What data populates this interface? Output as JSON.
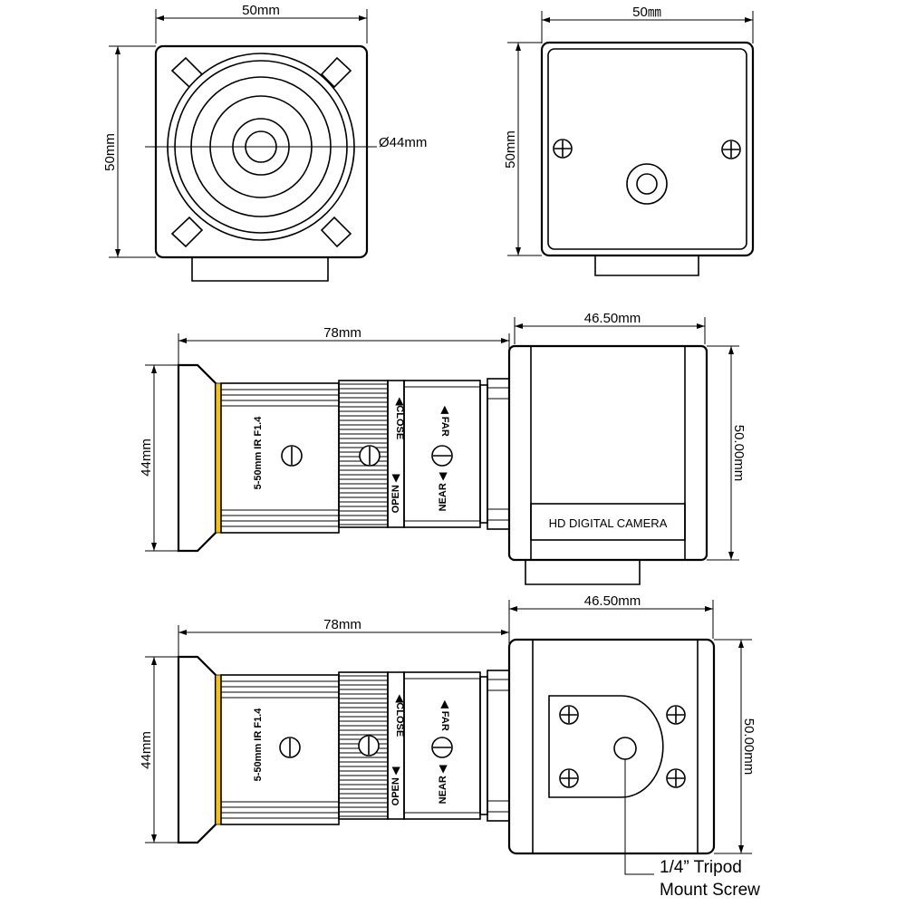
{
  "front_view": {
    "width_dim": "50mm",
    "height_dim": "50mm",
    "lens_diameter_dim": "Ø44mm"
  },
  "rear_view": {
    "width_dim": "50㎜",
    "height_dim": "50mm"
  },
  "side_view": {
    "lens_length_dim": "78mm",
    "body_length_dim": "46.50mm",
    "body_height_dim": "50.00mm",
    "lens_height_dim": "44mm",
    "lens_spec": "5-50mm IR F1.4",
    "iris_open_label": "OPEN ◀",
    "iris_close_label": "◀CLOSE",
    "focus_near_label": "NEAR ◀",
    "focus_far_label": "◀ FAR",
    "body_label": "HD DIGITAL CAMERA"
  },
  "bottom_view": {
    "lens_length_dim": "78mm",
    "body_length_dim": "46.50mm",
    "body_height_dim": "50.00mm",
    "lens_height_dim": "44mm",
    "lens_spec": "5-50mm IR F1.4",
    "iris_open_label": "OPEN ◀",
    "iris_close_label": "◀CLOSE",
    "focus_near_label": "NEAR ◀",
    "focus_far_label": "◀ FAR",
    "tripod_label_line1": "1/4” Tripod",
    "tripod_label_line2": "Mount Screw"
  },
  "colors": {
    "line": "#000000",
    "background": "#ffffff",
    "lens_ring": "#f2c21b"
  }
}
